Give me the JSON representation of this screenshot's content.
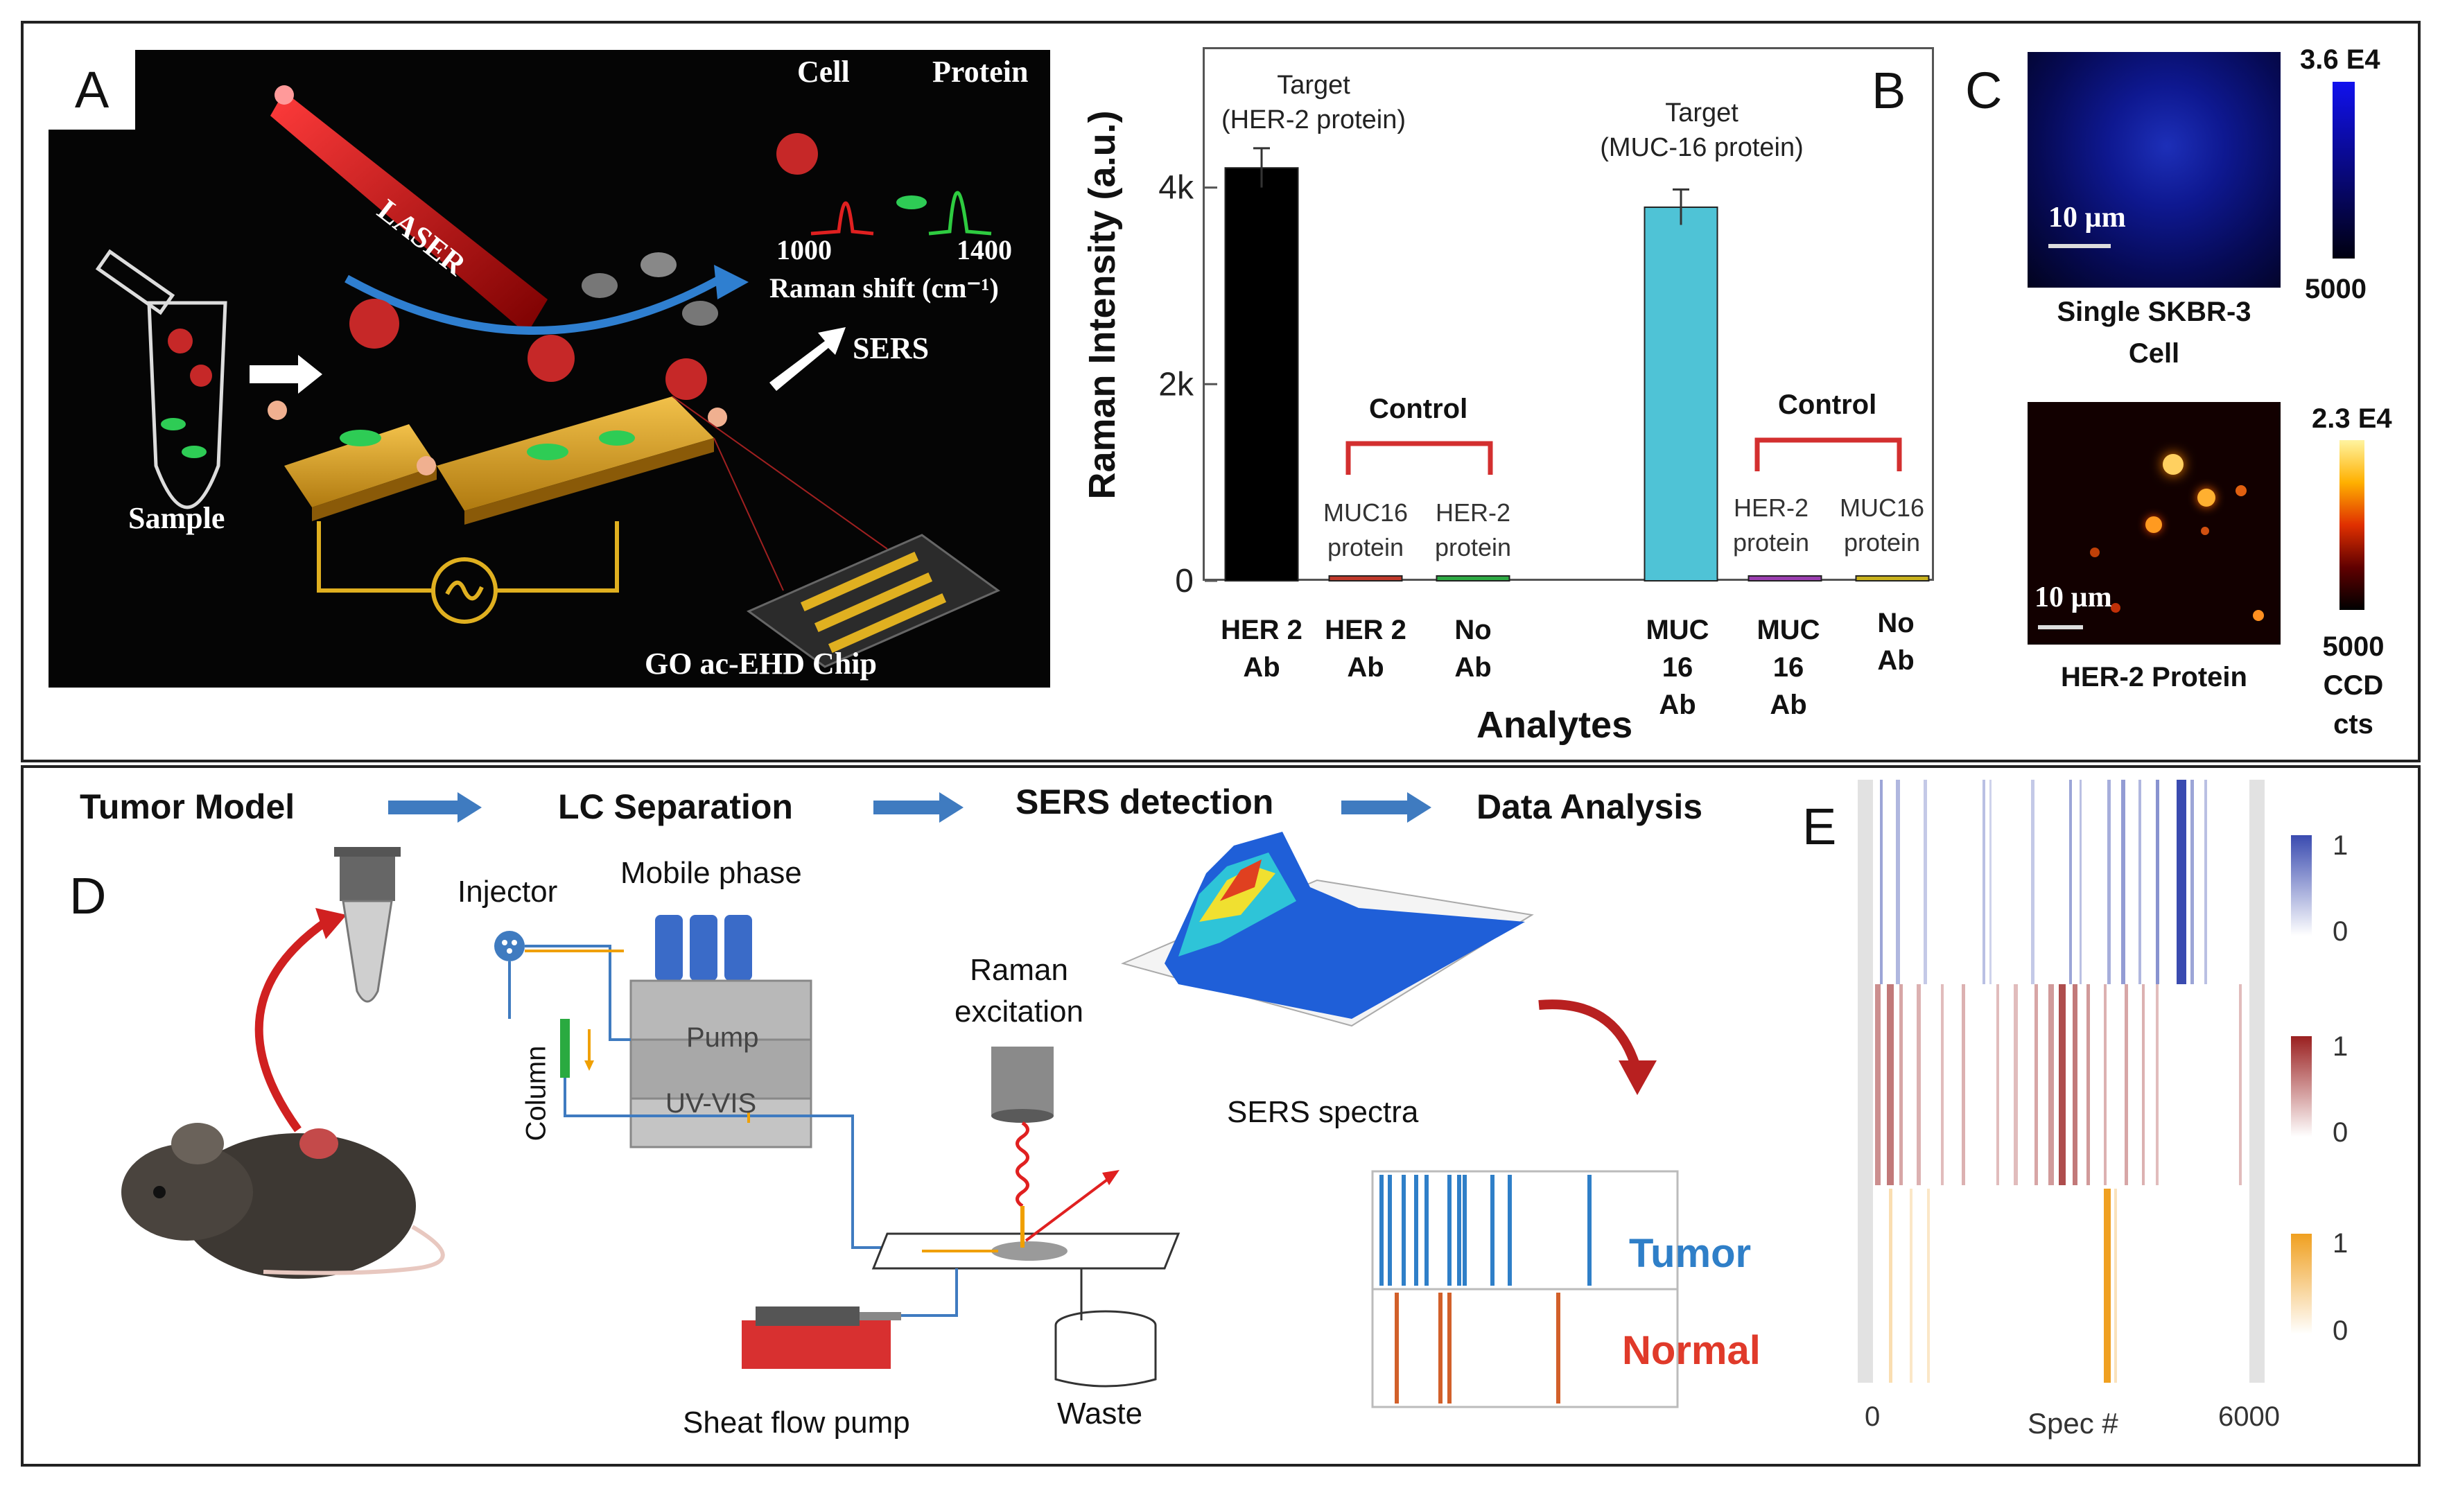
{
  "panelA": {
    "label": "A",
    "laser": "LASER",
    "cell": "Cell",
    "protein": "Protein",
    "tick1": "1000",
    "tick2": "1400",
    "axis": "Raman shift (cm⁻¹)",
    "sers": "SERS",
    "sample": "Sample",
    "chip": "GO ac-EHD Chip"
  },
  "panelB": {
    "label": "B",
    "target1_line1": "Target",
    "target1_line2": "(HER-2 protein)",
    "target2_line1": "Target",
    "target2_line2": "(MUC-16 protein)",
    "control": "Control",
    "bar_labels": [
      [
        "MUC16",
        "protein"
      ],
      [
        "HER-2",
        "protein"
      ],
      [
        "HER-2",
        "protein"
      ],
      [
        "MUC16",
        "protein"
      ]
    ],
    "x_ticks": [
      [
        "HER 2",
        "Ab"
      ],
      [
        "HER 2",
        "Ab"
      ],
      [
        "No",
        "Ab"
      ],
      [
        "MUC",
        "16",
        "Ab"
      ],
      [
        "MUC",
        "16",
        "Ab"
      ],
      [
        "No",
        "Ab"
      ]
    ]
  },
  "chart_data": {
    "type": "bar",
    "categories": [
      "HER 2 Ab",
      "HER 2 Ab",
      "No Ab",
      "MUC 16 Ab",
      "MUC 16 Ab",
      "No Ab"
    ],
    "values": [
      4200,
      50,
      50,
      3800,
      50,
      50
    ],
    "errors": [
      200,
      0,
      0,
      180,
      0,
      0
    ],
    "colors": [
      "#000000",
      "#c0392b",
      "#2eaa44",
      "#4fc3d6",
      "#9b3fb0",
      "#c9b21d"
    ],
    "ylabel": "Raman Intensity (a.u.)",
    "xlabel": "Analytes",
    "yticks": [
      "0",
      "2k",
      "4k"
    ],
    "ylim": [
      0,
      5400
    ]
  },
  "panelC": {
    "label": "C",
    "img1_scale": "10 µm",
    "img1_title_l1": "Single SKBR-3",
    "img1_title_l2": "Cell",
    "cb1_max": "3.6 E4",
    "cb1_min": "5000",
    "img2_scale": "10 µm",
    "img2_title": "HER-2 Protein",
    "cb2_max": "2.3 E4",
    "cb2_min": "5000",
    "cb2_unit_l1": "CCD",
    "cb2_unit_l2": "cts"
  },
  "panelD": {
    "label": "D",
    "flow": [
      "Tumor Model",
      "LC Separation",
      "SERS detection",
      "Data Analysis"
    ],
    "injector": "Injector",
    "mobile_phase": "Mobile phase",
    "column": "Column",
    "pump": "Pump",
    "uvvis": "UV-VIS",
    "raman_l1": "Raman",
    "raman_l2": "excitation",
    "sers_spectra": "SERS spectra",
    "sheath": "Sheat flow pump",
    "waste": "Waste",
    "tumor": "Tumor",
    "normal": "Normal"
  },
  "panelE": {
    "label": "E",
    "cb_top": [
      "1",
      "0"
    ],
    "cb_mid": [
      "1",
      "0"
    ],
    "cb_bot": [
      "1",
      "0"
    ],
    "x_min": "0",
    "x_label": "Spec #",
    "x_max": "6000"
  },
  "colors": {
    "bar_black": "#000000",
    "bar_cyan": "#4fc3d6",
    "control_red": "#d32f2f",
    "tumor_blue": "#2f7fc8",
    "normal_red": "#e03a2a",
    "arrow_blue": "#3f7bc0"
  }
}
